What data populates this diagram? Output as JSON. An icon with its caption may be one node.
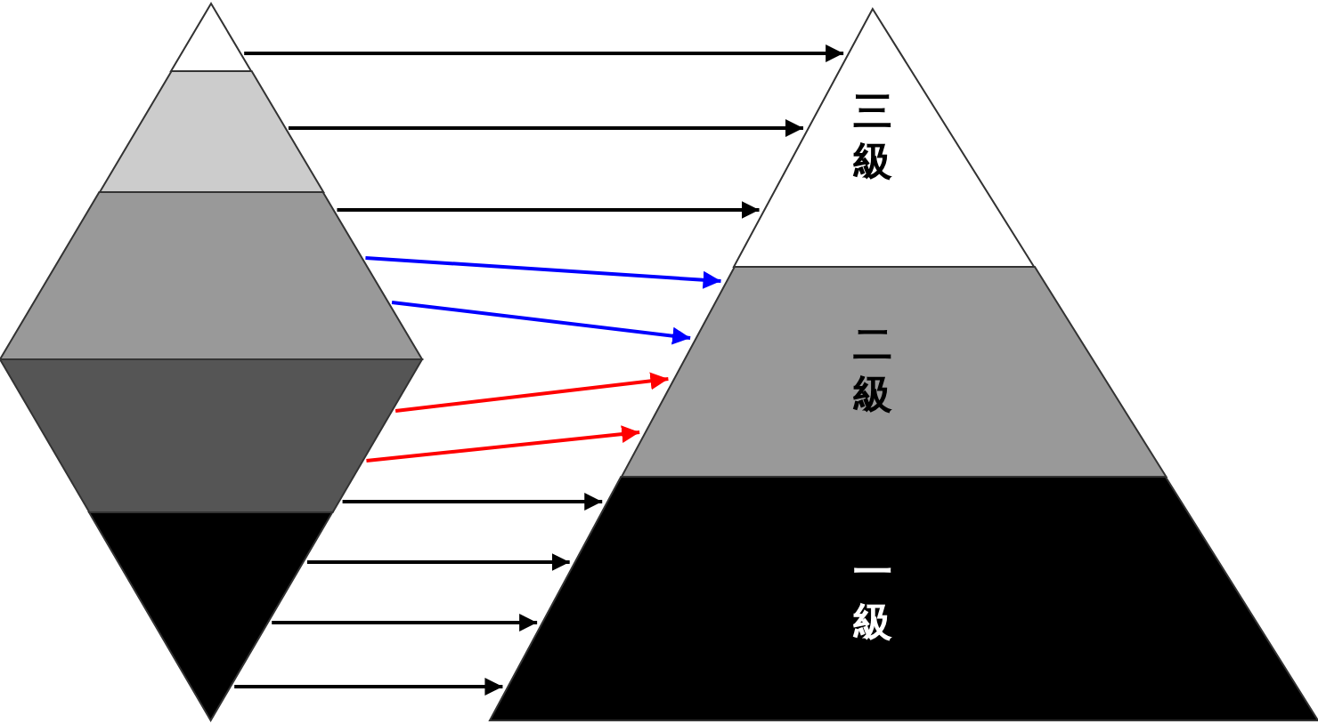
{
  "diagram": {
    "nodes": [
      {
        "text": [],
        "shape": "triangle"
      },
      {
        "text": [],
        "shape": "band"
      },
      {
        "text": [],
        "shape": "band"
      },
      {
        "text": [],
        "shape": "band"
      },
      {
        "text": [],
        "shape": "triangle"
      },
      {
        "text": [
          "三級"
        ]
      },
      {
        "text": [
          "二級"
        ]
      },
      {
        "text": [
          "一級"
        ]
      }
    ],
    "edges": [
      {
        "from": 0,
        "to": 5,
        "arrow": "to"
      },
      {
        "from": 1,
        "to": 5,
        "arrow": "to"
      },
      {
        "from": 2,
        "to": 5,
        "arrow": "to"
      },
      {
        "from": 2,
        "to": 6,
        "arrow": "to",
        "color": "#0000ff"
      },
      {
        "from": 2,
        "to": 6,
        "arrow": "to",
        "color": "#0000ff"
      },
      {
        "from": 3,
        "to": 6,
        "arrow": "to",
        "color": "#ff0000"
      },
      {
        "from": 3,
        "to": 6,
        "arrow": "to",
        "color": "#ff0000"
      },
      {
        "from": 3,
        "to": 7,
        "arrow": "to"
      },
      {
        "from": 4,
        "to": 7,
        "arrow": "to"
      },
      {
        "from": 4,
        "to": 7,
        "arrow": "to"
      },
      {
        "from": 4,
        "to": 7,
        "arrow": "to"
      }
    ]
  }
}
